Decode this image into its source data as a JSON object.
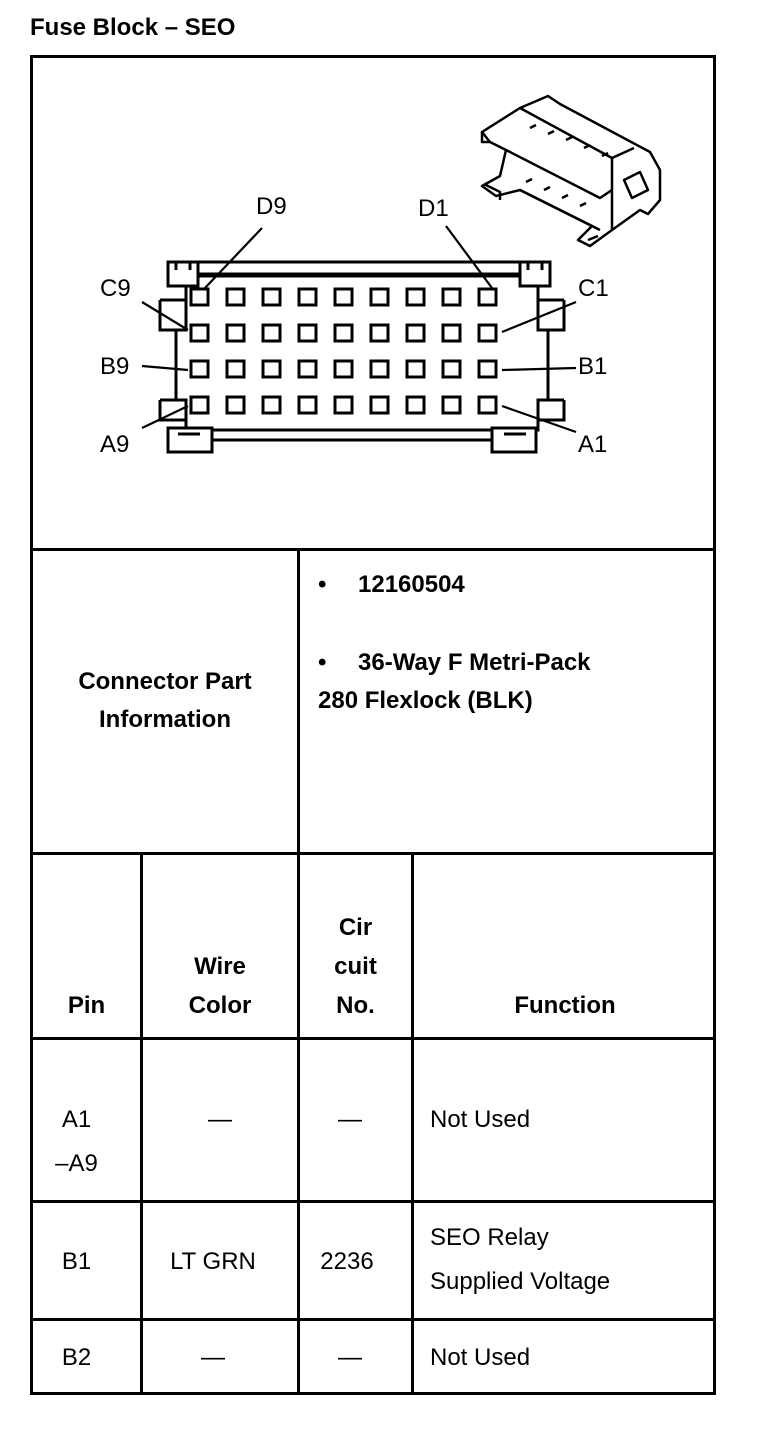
{
  "title": "Fuse Block – SEO",
  "diagram": {
    "pin_labels": {
      "d9": "D9",
      "d1": "D1",
      "c9": "C9",
      "c1": "C1",
      "b9": "B9",
      "b1": "B1",
      "a9": "A9",
      "a1": "A1"
    }
  },
  "connector_info": {
    "label_line1": "Connector Part",
    "label_line2": "Information",
    "bullet": "•",
    "item1": "12160504",
    "item2_line1": "36-Way F Metri-Pack",
    "item2_line2": "280 Flexlock (BLK)"
  },
  "table": {
    "headers": {
      "pin": "Pin",
      "wire_color_1": "Wire",
      "wire_color_2": "Color",
      "circuit_1": "Cir",
      "circuit_2": "cuit",
      "circuit_3": "No.",
      "function": "Function"
    },
    "rows": [
      {
        "pin_1": "A1",
        "pin_2": "–A9",
        "wire": "—",
        "circuit": "—",
        "function_1": "Not Used",
        "function_2": ""
      },
      {
        "pin_1": "B1",
        "pin_2": "",
        "wire": "LT GRN",
        "circuit": "2236",
        "function_1": "SEO Relay",
        "function_2": "Supplied Voltage"
      },
      {
        "pin_1": "B2",
        "pin_2": "",
        "wire": "—",
        "circuit": "—",
        "function_1": "Not Used",
        "function_2": ""
      }
    ]
  }
}
